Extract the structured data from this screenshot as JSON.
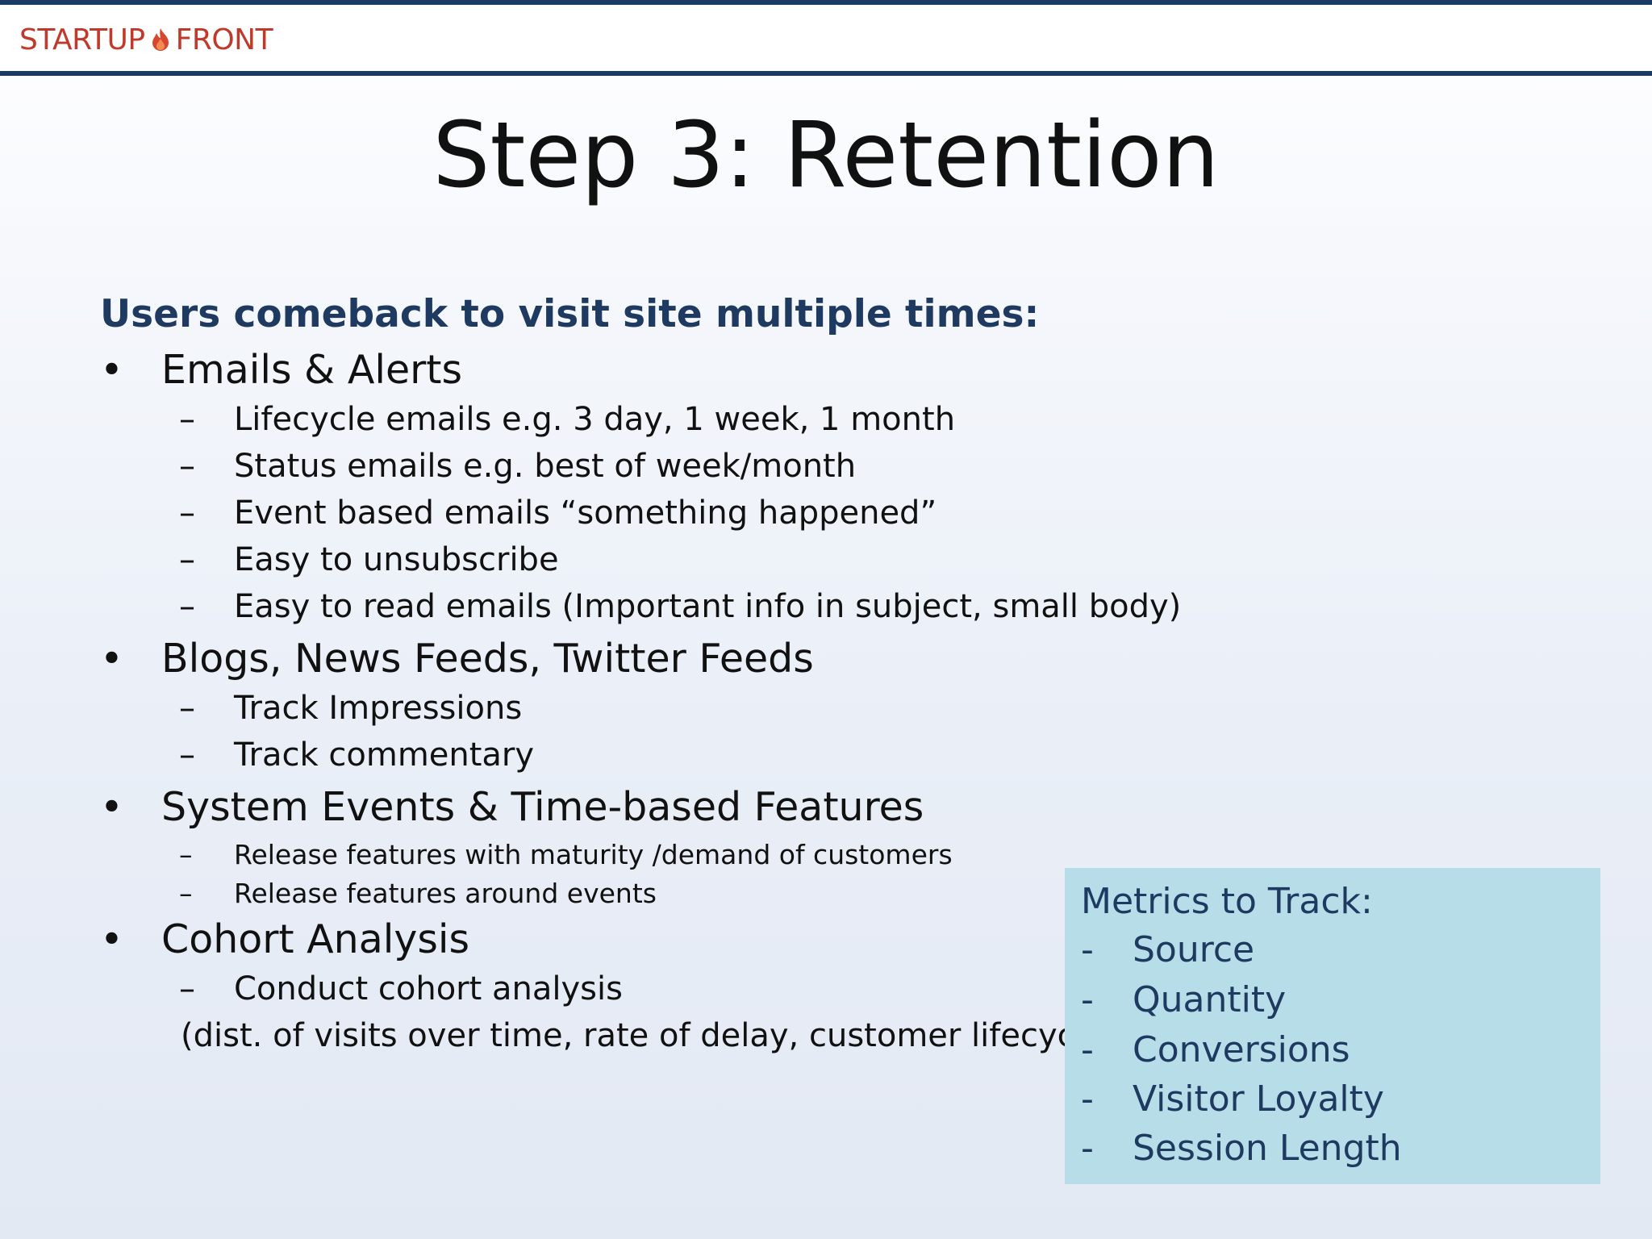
{
  "header": {
    "logo_left": "STARTUP",
    "logo_right": "FRONT",
    "logo_icon": "flame-icon"
  },
  "slide": {
    "title": "Step 3: Retention",
    "subhead": "Users comeback to visit site multiple times:",
    "sections": [
      {
        "label": "Emails & Alerts",
        "items": [
          "Lifecycle emails e.g. 3 day, 1 week, 1 month",
          "Status emails e.g. best of week/month",
          "Event based emails “something happened”",
          "Easy to unsubscribe",
          "Easy to read emails (Important info in subject, small body)"
        ]
      },
      {
        "label": "Blogs, News Feeds, Twitter Feeds",
        "items": [
          "Track Impressions",
          "Track commentary"
        ]
      },
      {
        "label": "System Events & Time-based Features",
        "items": [
          "Release features with maturity /demand of customers",
          "Release features around events"
        ]
      },
      {
        "label": "Cohort Analysis",
        "items": [
          "Conduct cohort analysis"
        ],
        "note": "(dist. of visits over time, rate of delay, customer lifecycle"
      }
    ],
    "bullet_char": "•",
    "dash_char": "–"
  },
  "metrics": {
    "title": "Metrics to Track:",
    "dash": "-",
    "items": [
      "Source",
      "Quantity",
      "Conversions",
      "Visitor Loyalty",
      "Session Length"
    ],
    "background": "#b7dde8",
    "text_color": "#1f3a60"
  }
}
